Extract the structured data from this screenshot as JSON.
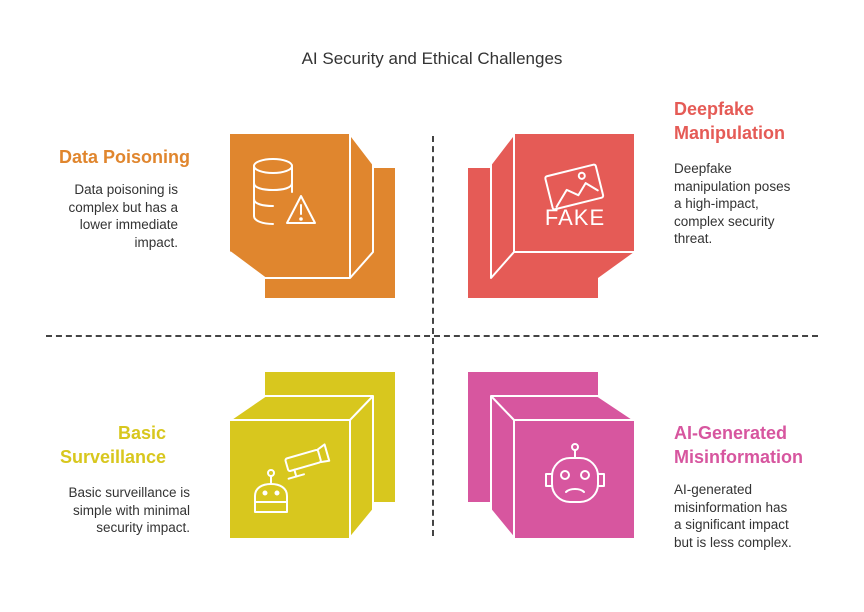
{
  "title": "AI Security and Ethical Challenges",
  "colors": {
    "orange": "#e0862e",
    "red": "#e55b56",
    "yellow": "#d8c71e",
    "magenta": "#d7569f",
    "text": "#333333"
  },
  "quadrants": {
    "top_left": {
      "heading": "Data Poisoning",
      "lines": [
        "Data poisoning is",
        "complex but has a",
        "lower immediate",
        "impact."
      ],
      "icon": "database-warning-icon"
    },
    "top_right": {
      "heading_line1": "Deepfake",
      "heading_line2": "Manipulation",
      "lines": [
        "Deepfake",
        "manipulation poses",
        "a high-impact,",
        "complex security",
        "threat."
      ],
      "icon": "fake-image-icon",
      "icon_text": "FAKE"
    },
    "bottom_left": {
      "heading_line1": "Basic",
      "heading_line2": "Surveillance",
      "lines": [
        "Basic surveillance is",
        "simple with minimal",
        "security impact."
      ],
      "icon": "robot-camera-icon"
    },
    "bottom_right": {
      "heading_line1": "AI-Generated",
      "heading_line2": "Misinformation",
      "lines": [
        "AI-generated",
        "misinformation has",
        "a significant impact",
        "but is less complex."
      ],
      "icon": "robot-face-icon"
    }
  }
}
